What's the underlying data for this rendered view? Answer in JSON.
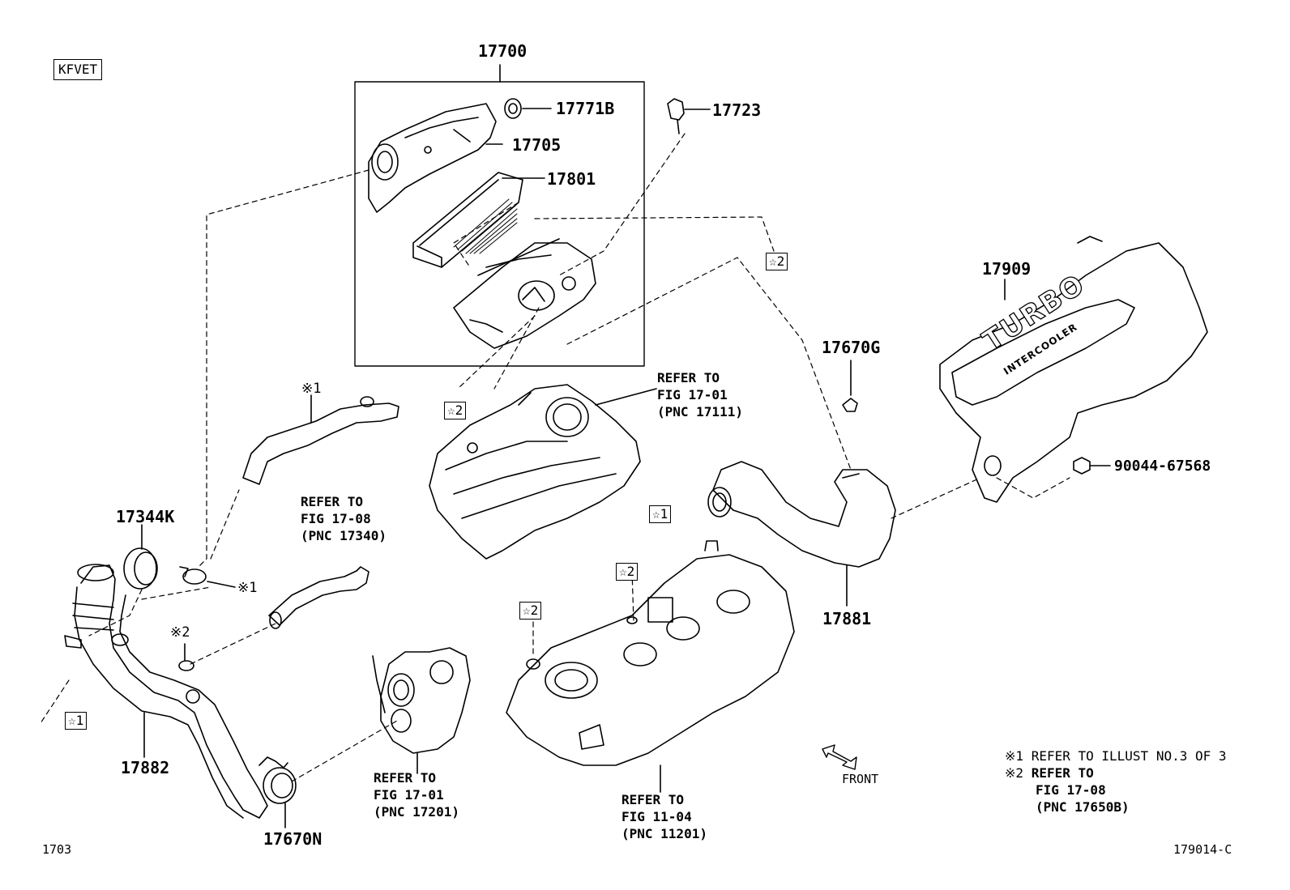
{
  "model_code": "KFVET",
  "part_numbers": {
    "p17700": "17700",
    "p17771B": "17771B",
    "p17705": "17705",
    "p17801": "17801",
    "p17723": "17723",
    "p17909": "17909",
    "p17670G": "17670G",
    "p90044": "90044-67568",
    "p17881": "17881",
    "p17344K": "17344K",
    "p17882": "17882",
    "p17670N": "17670N"
  },
  "refer_blocks": {
    "intake_manifold": [
      "REFER TO",
      "FIG 17-01",
      "(PNC 17111)"
    ],
    "hose": [
      "REFER TO",
      "FIG 17-08",
      "(PNC 17340)"
    ],
    "turbo": [
      "REFER TO",
      "FIG 17-01",
      "(PNC 17201)"
    ],
    "head_cover": [
      "REFER TO",
      "FIG 11-04",
      "(PNC 11201)"
    ]
  },
  "connector_labels": {
    "star1": "☆1",
    "star2": "☆2"
  },
  "marks": {
    "ref1": "※1",
    "ref2": "※2"
  },
  "cover_text": {
    "turbo": "TURBO",
    "intercooler": "INTERCOOLER"
  },
  "front_label": "FRONT",
  "notes": {
    "n1_mark": "※1",
    "n1_text": "REFER TO ILLUST NO.3 OF 3",
    "n2_mark": "※2",
    "n2_lines": [
      "REFER TO",
      "FIG 17-08",
      "(PNC 17650B)"
    ]
  },
  "page_code": "1703",
  "figure_code": "179014-C"
}
